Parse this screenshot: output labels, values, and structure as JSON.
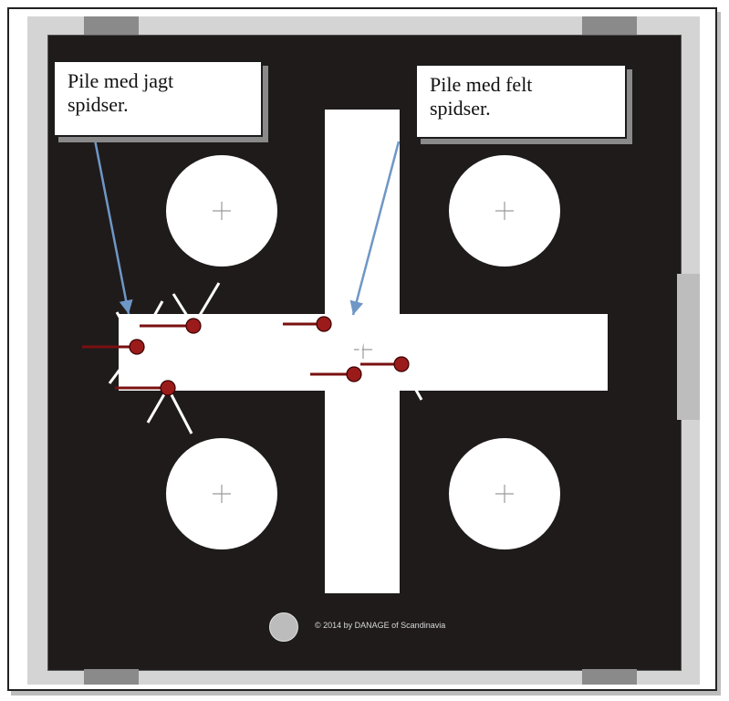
{
  "callouts": {
    "left": "Pile med jagt\nspidser.",
    "right": "Pile med felt\nspidser."
  },
  "copyright": "© 2014 by DANAGE of Scandinavia",
  "colors": {
    "target_bg": "#1f1b1b",
    "target_white": "#ffffff",
    "arrow_nock": "#9b1b1b",
    "pointer": "#6f97c6"
  }
}
